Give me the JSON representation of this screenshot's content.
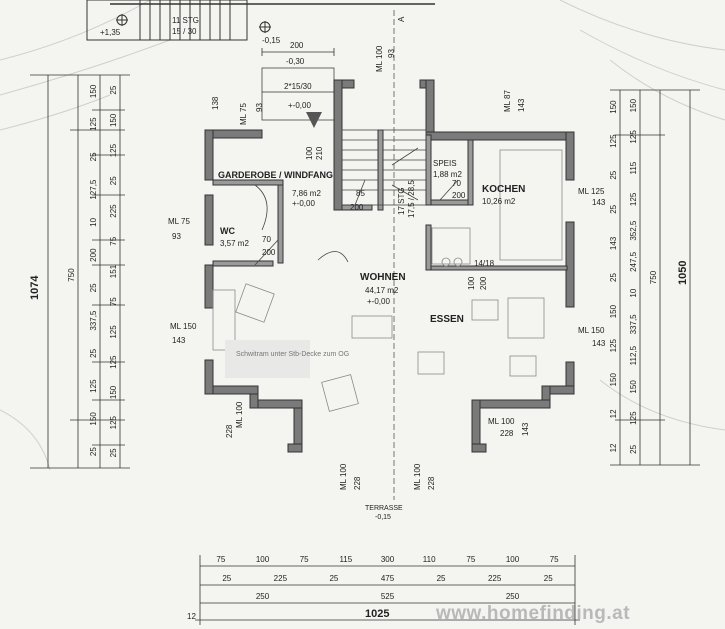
{
  "rooms": {
    "garderobe": {
      "name": "GARDEROBE / WINDFANG",
      "area": "7,86 m2",
      "level": "+-0,00"
    },
    "wc": {
      "name": "WC",
      "area": "3,57 m2"
    },
    "speis": {
      "name": "SPEIS",
      "area": "1,88 m2"
    },
    "kochen": {
      "name": "KOCHEN",
      "area": "10,26 m2"
    },
    "wohnen": {
      "name": "WOHNEN",
      "area": "44,17 m2",
      "level": "+-0,00"
    },
    "essen": {
      "name": "ESSEN"
    },
    "terrasse": {
      "name": "TERRASSE",
      "level": "-0,15"
    }
  },
  "stairs": {
    "top_label": "11 STG",
    "top_ratio": "15 / 30",
    "inner_label": "17 STG",
    "inner_ratio": "17,5 / 28,5",
    "landing_level": "+1,35",
    "entry_level": "-0,15"
  },
  "entry": {
    "width": "200",
    "level": "-0,30",
    "ratio": "2*15/30",
    "floor": "+-0,00"
  },
  "notes": {
    "kamin": "Schwitram unter Stb-Decke zum OG",
    "vent": "14/18",
    "section_mark": "A"
  },
  "openings": {
    "ml100_top": "ML 100",
    "ml93_top": "93",
    "ml75": "ML 75",
    "ml75_v": "93",
    "ml87": "ML 87",
    "ml87_v": "143",
    "ml125": "ML 125",
    "ml125_v": "143",
    "ml75_wc": "ML 75",
    "ml75_wc_v": "93",
    "ml150_l": "ML 150",
    "ml150_l_v": "143",
    "ml150_r": "ML 150",
    "ml150_r_v": "143",
    "ml100_bl": "ML 100",
    "ml100_bl_v": "228",
    "ml100_br": "ML 100",
    "ml100_br_v": "228",
    "ml100_br_143": "143",
    "ml100_bot1": "ML 100",
    "ml100_bot1_v": "228",
    "ml100_bot2": "ML 100",
    "ml100_bot2_v": "228",
    "door_100_210": "100",
    "door_210": "210",
    "door_85": "85",
    "door_200a": "200",
    "door_70a": "70",
    "door_200b": "200",
    "door_70b": "70",
    "door_200c": "200",
    "door_100_k": "100",
    "door_200_k": "200",
    "door_138": "138"
  },
  "dims_left": {
    "total": "1074",
    "col2": [
      "750"
    ],
    "col3": [
      "150",
      "125",
      "25",
      "127,5",
      "10",
      "200",
      "25",
      "337,5",
      "25",
      "125",
      "150",
      "25"
    ],
    "col4": [
      "25",
      "150",
      "125",
      "25",
      "225",
      "75",
      "151",
      "75",
      "125",
      "125",
      "150",
      "125",
      "25"
    ]
  },
  "dims_right": {
    "total": "1050",
    "col2": [
      "750"
    ],
    "col3": [
      "150",
      "125",
      "115",
      "125",
      "352,5",
      "247,5",
      "10",
      "337,5",
      "112,5",
      "150",
      "125",
      "25"
    ],
    "col4": [
      "150",
      "125",
      "25",
      "25",
      "143",
      "25",
      "150",
      "125",
      "150",
      "12",
      "12"
    ]
  },
  "dims_bottom": {
    "row1": [
      "75",
      "100",
      "75",
      "115",
      "300",
      "110",
      "75",
      "100",
      "75"
    ],
    "row2": [
      "25",
      "225",
      "25",
      "475",
      "25",
      "225",
      "25"
    ],
    "row3": [
      "250",
      "525",
      "250"
    ],
    "total": "1025",
    "edge": "12"
  },
  "watermark": "www.homefinding.at"
}
